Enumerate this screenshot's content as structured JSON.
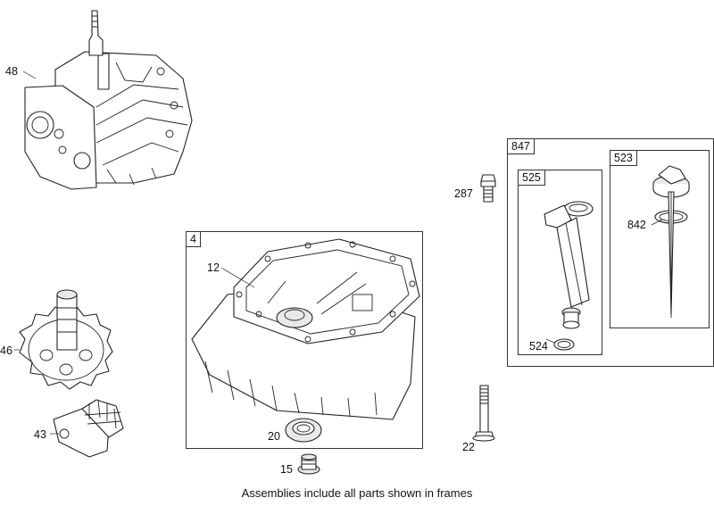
{
  "parts": {
    "crankcase": "48",
    "bolt_287": "287",
    "sump_assembly": "4",
    "sump_gasket": "12",
    "cam_gear": "46",
    "governor": "43",
    "oil_seal": "20",
    "plug": "15",
    "bolt_22": "22",
    "dipstick_assembly": "847",
    "dipstick_tube_assembly": "525",
    "tube_oring": "524",
    "dipstick_cap_assembly": "523",
    "cap_oring": "842"
  },
  "caption": "Assemblies include all parts shown in frames"
}
